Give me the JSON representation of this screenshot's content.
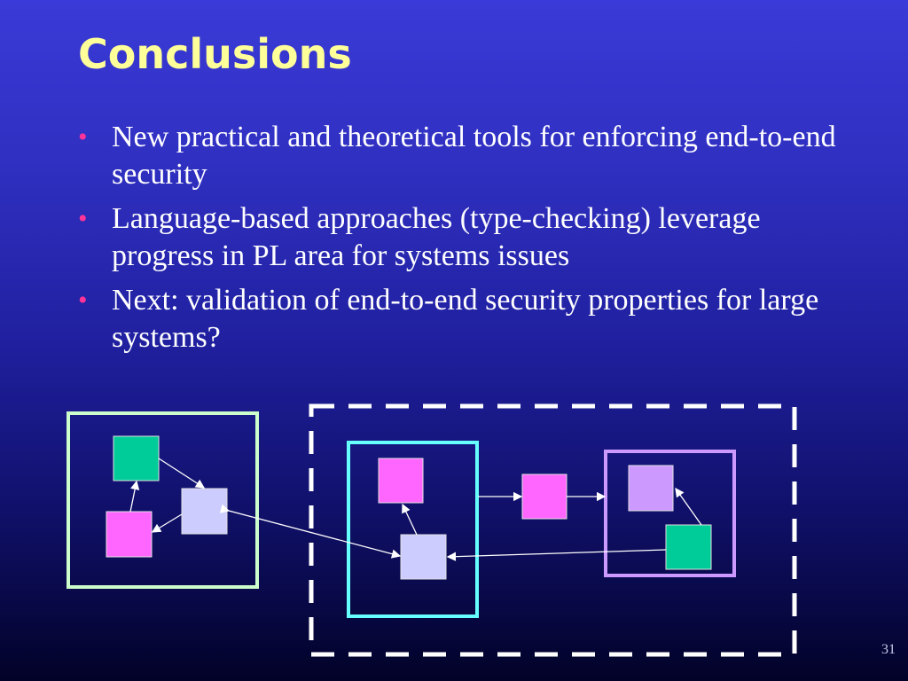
{
  "slide": {
    "title": "Conclusions",
    "bullets": [
      "New practical and theoretical tools for enforcing end-to-end security",
      "Language-based approaches (type-checking) leverage progress in PL area for systems issues",
      "Next: validation of end-to-end security properties for large systems?"
    ],
    "page_number": "31"
  },
  "colors": {
    "title": "#ffff99",
    "bullet_marker": "#ff3399",
    "green_node": "#00cc99",
    "magenta_node": "#ff66ff",
    "lavender_node": "#ccccff",
    "violet_node": "#cc99ff",
    "mint_box": "#ccffcc",
    "cyan_box": "#66ffff",
    "purple_box": "#cc99ff"
  }
}
